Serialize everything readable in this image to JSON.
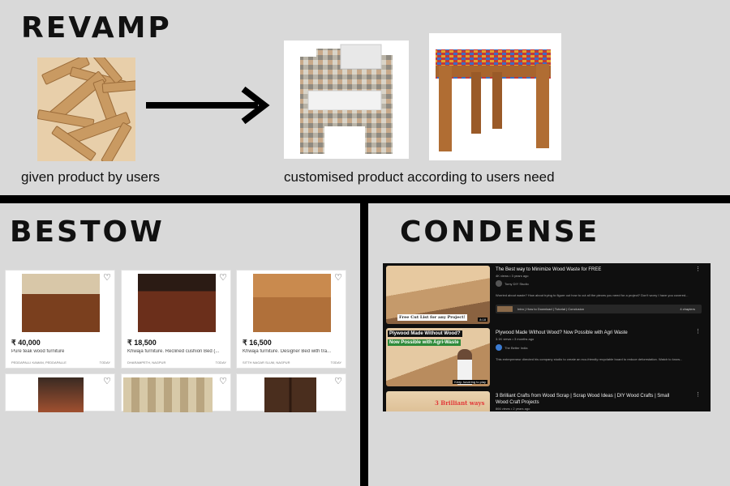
{
  "revamp": {
    "heading": "REVAMP",
    "caption_left": "given product by users",
    "caption_right": "customised product according to users need"
  },
  "bestow": {
    "heading": "BESTOW",
    "listings": [
      {
        "price": "₹ 40,000",
        "title": "Pure teak wood furniture",
        "location": "PEDDAPALLI KAMAN, PEDDAPALLE",
        "date": "TODAY"
      },
      {
        "price": "₹ 18,500",
        "title": "Khwaja furniture. Reclined cushion Bed (...",
        "location": "DHARAMPETH, NAGPUR",
        "date": "TODAY"
      },
      {
        "price": "₹ 16,500",
        "title": "Khwaja furniture. Designer Bed with tra...",
        "location": "SITTH NAGAR SLUM, NAGPUR",
        "date": "TODAY"
      }
    ]
  },
  "condense": {
    "heading": "CONDENSE",
    "videos": [
      {
        "title": "The Best way to Minimize Wood Waste for FREE",
        "meta": "4K views • 3 years ago",
        "channel": "Tomy DIY Studio",
        "description": "Worried about waste? How about trying to figure out how to cut all the pieces you need for a project? Don't worry I have you covered...",
        "chapter": "Intro | How to Download | Tutorial | Conclusion",
        "chapters_count": "4 chapters",
        "thumb_text": "Free Cut List for any Project!",
        "duration": "8:18"
      },
      {
        "title": "Plywood Made Without Wood? Now Possible with Agri Waste",
        "meta": "3.1K views • 3 months ago",
        "channel": "The Better India",
        "description": "This entrepreneur directed his company studio to create an eco-friendly recyclable board to reduce deforestation. Watch to know...",
        "thumb_line1": "Plywood Made Without Wood?",
        "thumb_line2": "Now Possible with Agri-Waste",
        "hover_hint": "Keep hovering to play"
      },
      {
        "title": "3 Brilliant Crafts from Wood Scrap | Scrap Wood Ideas | DIY Wood Crafts | Small",
        "title2": "Wood Craft Projects",
        "meta": "866 views • 2 years ago",
        "thumb_text": "3 Brilliant ways"
      }
    ]
  }
}
